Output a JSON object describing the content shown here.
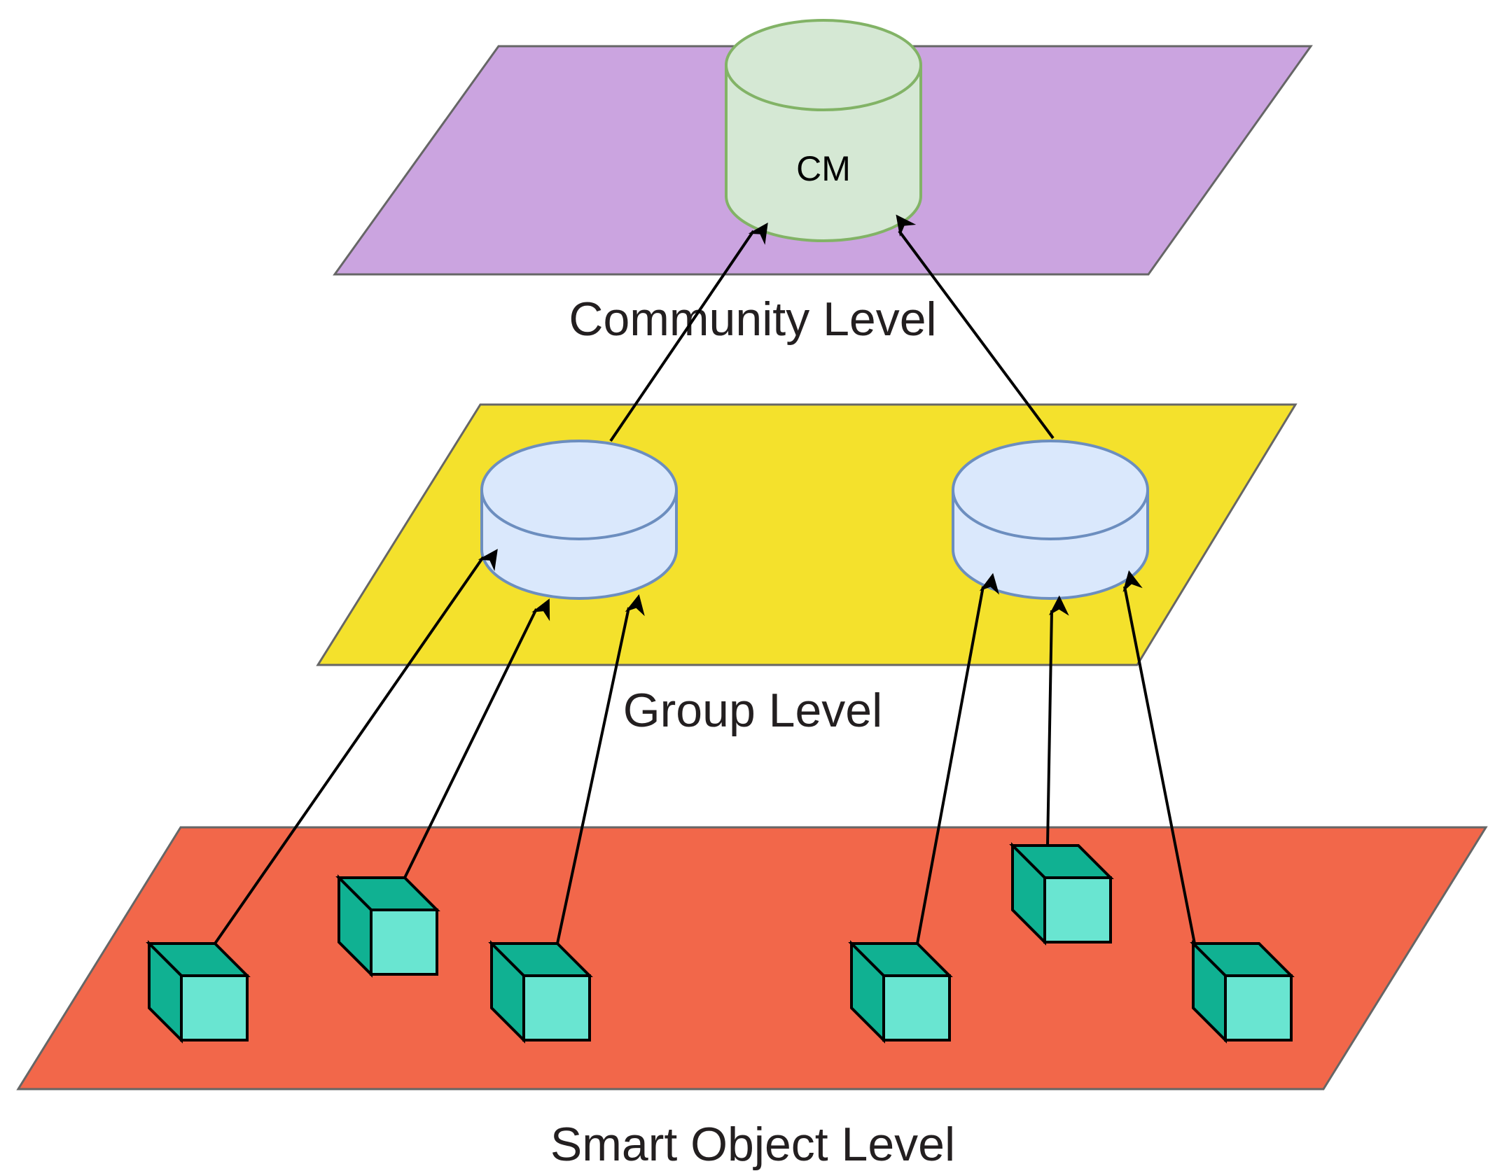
{
  "levels": {
    "community": {
      "label": "Community Level",
      "color": "#cba4e0"
    },
    "group": {
      "label": "Group Level",
      "color": "#f4e12c"
    },
    "smart_object": {
      "label": "Smart Object Level",
      "color": "#f2674a"
    }
  },
  "community_manager": {
    "label": "CM",
    "fill": "#d5e8d4",
    "stroke": "#82b366"
  },
  "group_nodes": {
    "count": 2,
    "fill": "#dae8fc",
    "stroke": "#6c8ebf"
  },
  "smart_objects": {
    "count": 6,
    "front_color": "#69e5d1",
    "side_color": "#10b192"
  },
  "connections": [
    {
      "from": "smart-object-1",
      "to": "group-node-left"
    },
    {
      "from": "smart-object-2",
      "to": "group-node-left"
    },
    {
      "from": "smart-object-3",
      "to": "group-node-left"
    },
    {
      "from": "smart-object-4",
      "to": "group-node-right"
    },
    {
      "from": "smart-object-5",
      "to": "group-node-right"
    },
    {
      "from": "smart-object-6",
      "to": "group-node-right"
    },
    {
      "from": "group-node-left",
      "to": "community-manager"
    },
    {
      "from": "group-node-right",
      "to": "community-manager"
    }
  ]
}
